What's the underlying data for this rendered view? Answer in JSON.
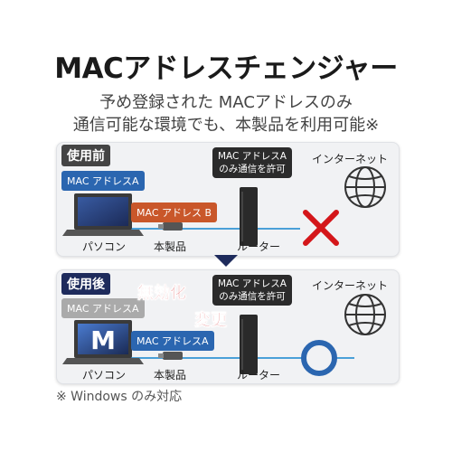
{
  "title": "MACアドレスチェンジャー",
  "subtitle": [
    "予め登録された MACアドレスのみ",
    "通信可能な環境でも、本製品を利用可能※"
  ],
  "before": {
    "tag": "使用前",
    "pc_mac": "MAC アドレスA",
    "device_mac": "MAC アドレス B",
    "router_note": [
      "MAC アドレスA",
      "のみ通信を許可"
    ],
    "labels": {
      "pc": "パソコン",
      "device": "本製品",
      "router": "ルーター",
      "internet": "インターネット"
    }
  },
  "after": {
    "tag": "使用後",
    "pc_mac": "MAC アドレスA",
    "device_mac": "MAC アドレスA",
    "stamp_invalid": "無効化",
    "stamp_changed": "変更",
    "router_note": [
      "MAC アドレスA",
      "のみ通信を許可"
    ],
    "labels": {
      "pc": "パソコン",
      "device": "本製品",
      "router": "ルーター",
      "internet": "インターネット"
    }
  },
  "footnote": "※ Windows のみ対応",
  "colors": {
    "accent_blue": "#2b66b0",
    "orange": "#c9572a",
    "navy": "#1e2b5c",
    "red": "#d4161a",
    "cable": "#4aa0d8"
  }
}
